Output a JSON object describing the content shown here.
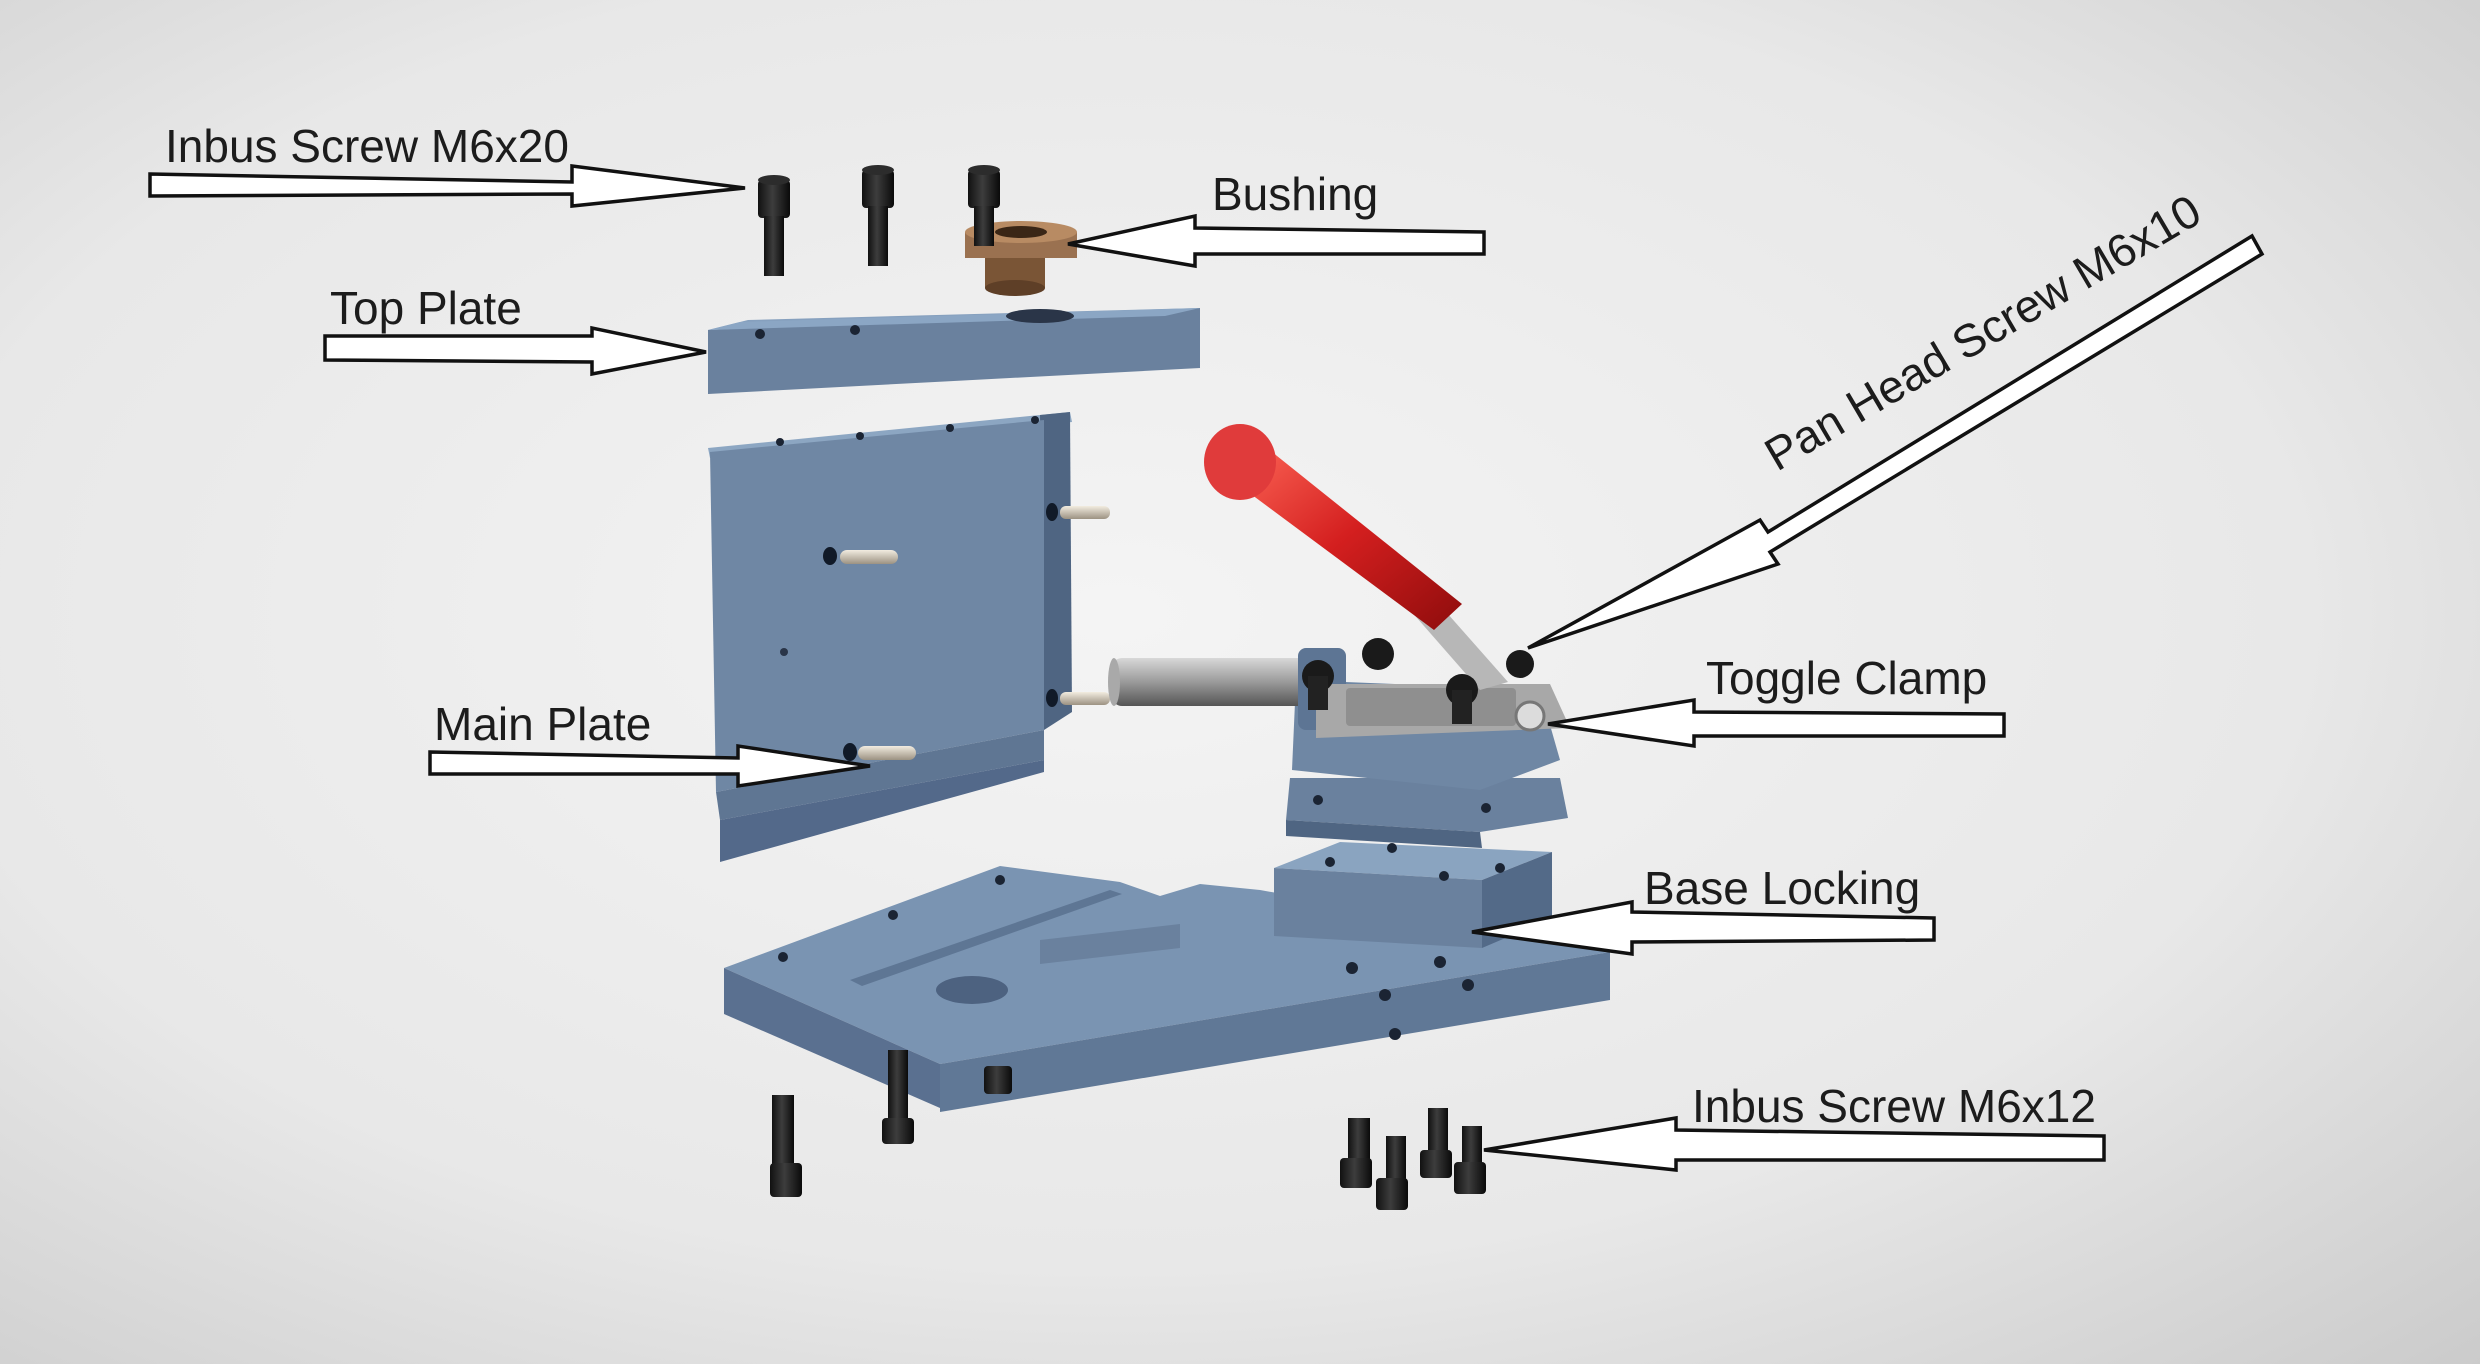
{
  "labels": {
    "inbus_m6x20": "Inbus Screw M6x20",
    "bushing": "Bushing",
    "top_plate": "Top Plate",
    "pan_head": "Pan Head Screw M6x10",
    "main_plate": "Main Plate",
    "toggle_clamp": "Toggle Clamp",
    "base_locking": "Base Locking",
    "inbus_m6x12": "Inbus Screw M6x12"
  },
  "colors": {
    "plate": "#6f87a4",
    "bushing": "#8a6442",
    "handle": "#d41f1f",
    "screw": "#1a1a1a",
    "arrow_fill": "#ffffff",
    "arrow_stroke": "#111111"
  }
}
